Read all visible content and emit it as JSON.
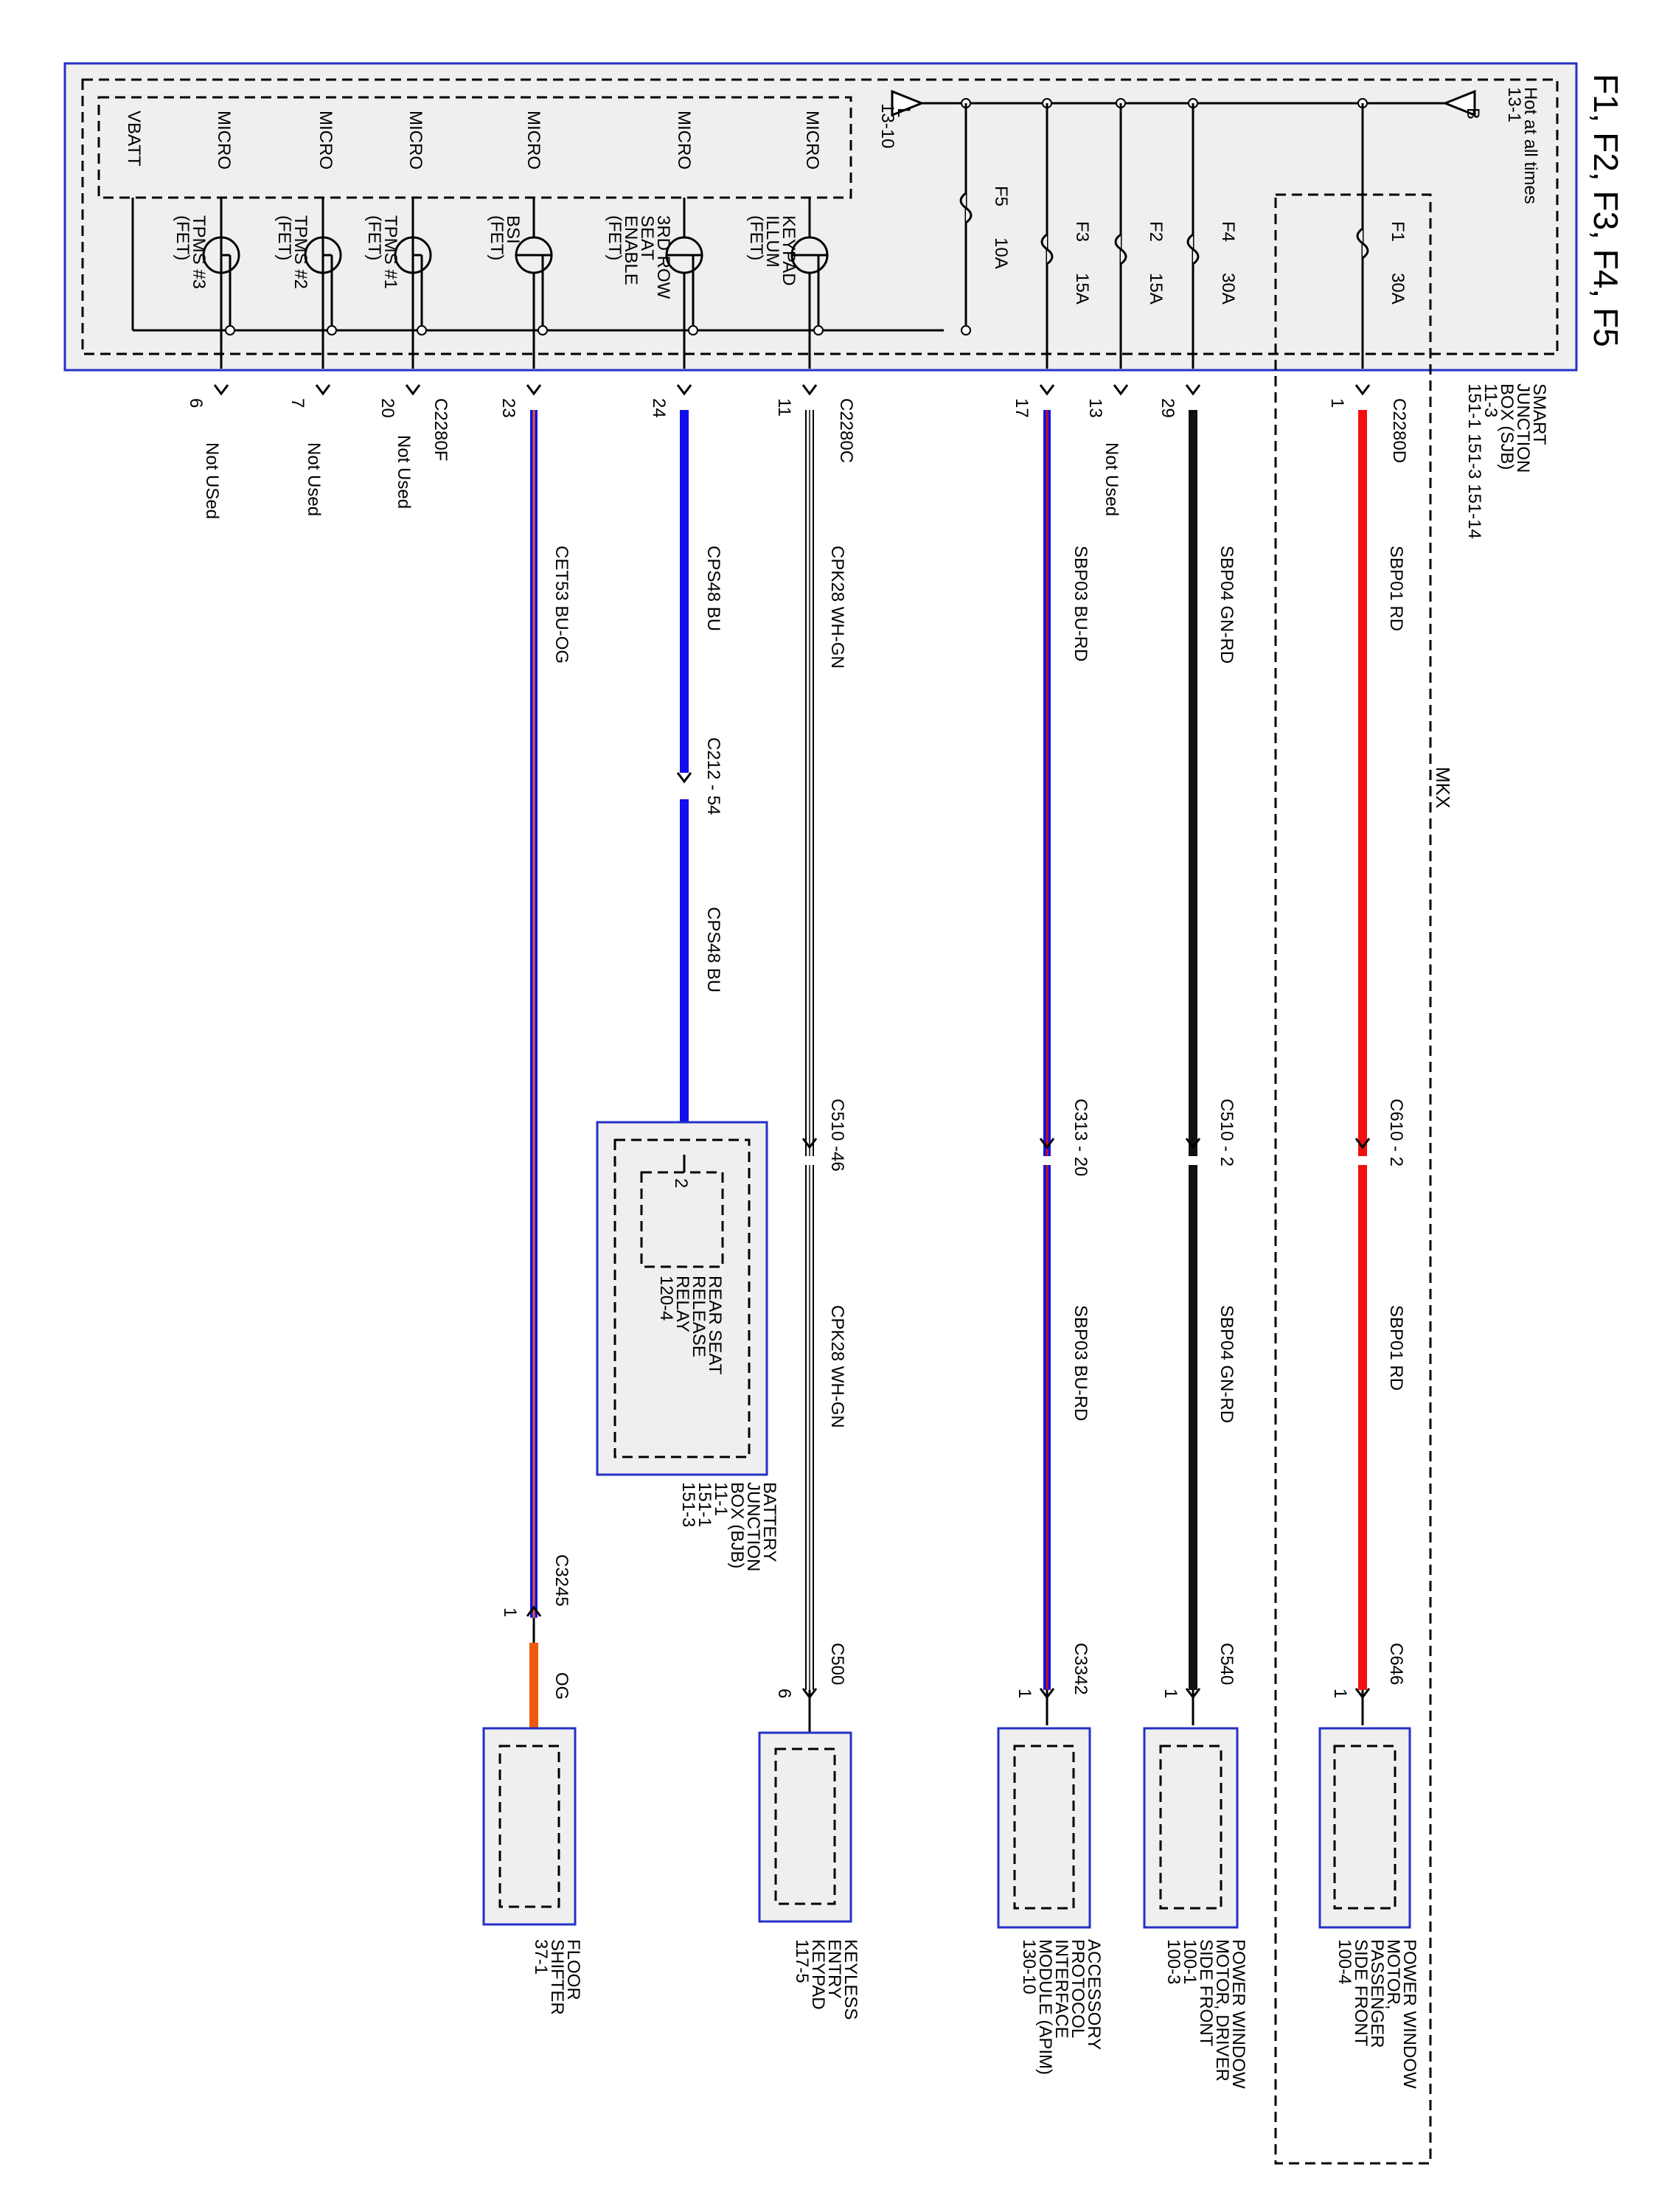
{
  "title": "F1, F2, F3, F4, F5",
  "sjb": {
    "name": [
      "SMART",
      "JUNCTION",
      "BOX (SJB)"
    ],
    "refs": [
      "11-3",
      "151-1   151-3   151-14"
    ],
    "hot_label": "Hot at all times",
    "hot_ref": "13-1",
    "tri_in": "B",
    "tri_out": "L",
    "out_ref": "13-10"
  },
  "mkx_label": "MKX",
  "fuses": [
    {
      "name": "F1",
      "rating": "30A"
    },
    {
      "name": "F4",
      "rating": "30A"
    },
    {
      "name": "F2",
      "rating": "15A"
    },
    {
      "name": "F3",
      "rating": "15A"
    },
    {
      "name": "F5",
      "rating": "10A"
    }
  ],
  "fets": [
    {
      "micro": "MICRO",
      "label": [
        "KEYPAD",
        "ILLUM",
        "(FET)"
      ]
    },
    {
      "micro": "MICRO",
      "label": [
        "3RD ROW",
        "SEAT",
        "ENABLE",
        "(FET)"
      ]
    },
    {
      "micro": "MICRO",
      "label": [
        "BSI",
        "(FET)"
      ]
    },
    {
      "micro": "MICRO",
      "label": [
        "TPMS #1",
        "(FET)"
      ]
    },
    {
      "micro": "MICRO",
      "label": [
        "TPMS #2",
        "(FET)"
      ]
    },
    {
      "micro": "MICRO",
      "label": [
        "TPMS #3",
        "(FET)"
      ]
    }
  ],
  "vbatt": "VBATT",
  "connectors": {
    "c2280d": "C2280D",
    "c2280c": "C2280C",
    "c2280f": "C2280F"
  },
  "pins": {
    "p1": "1",
    "p29": "29",
    "p13": "13",
    "p17": "17",
    "p11": "11",
    "p24": "24",
    "p23": "23",
    "p20": "20",
    "p7": "7",
    "p6": "6"
  },
  "not_used": {
    "p13": "Not Used",
    "p20": "Not Used",
    "p7": "Not Used",
    "p6": "Not USed"
  },
  "circuits": {
    "sbp01": "SBP01   RD",
    "sbp04": "SBP04   GN-RD",
    "sbp03": "SBP03   BU-RD",
    "cpk28": "CPK28   WH-GN",
    "cps48": "CPS48   BU",
    "cet53": "CET53   BU-OG",
    "og": "OG"
  },
  "inline": {
    "c610": "C610  - 2",
    "c510_2": "C510  - 2",
    "c313": "C313  - 20",
    "c510_46": "C510  -46",
    "c212": "C212  - 54",
    "c3245": "C3245",
    "c646": "C646",
    "c540": "C540",
    "c3342": "C3342",
    "c500": "C500",
    "pin1a": "1",
    "pin1b": "1",
    "pin1c": "1",
    "pin6": "6",
    "pin1d": "1",
    "relay_pin": "2"
  },
  "relay": {
    "label": [
      "REAR SEAT",
      "RELEASE",
      "RELAY",
      "120-4"
    ]
  },
  "bjb": {
    "label": [
      "BATTERY",
      "JUNCTION",
      "BOX (BJB)",
      "11-1",
      "151-1",
      "151-3"
    ]
  },
  "components": [
    {
      "label": [
        "POWER WINDOW",
        "MOTOR,",
        "PASSENGER",
        "SIDE FRONT",
        "100-4"
      ]
    },
    {
      "label": [
        "POWER WINDOW",
        "MOTOR, DRIVER",
        "SIDE FRONT",
        "100-1",
        "100-3"
      ]
    },
    {
      "label": [
        "ACCESSORY",
        "PROTOCOL",
        "INTERFACE",
        "MODULE (APIM)",
        "130-10"
      ]
    },
    {
      "label": [
        "KEYLESS",
        "ENTRY",
        "KEYPAD",
        "117-5"
      ]
    },
    {
      "label": [
        "FLOOR",
        "SHIFTER",
        "37-1"
      ]
    }
  ],
  "colors": {
    "red": "#f01010",
    "black": "#111111",
    "blue": "#1010ee",
    "orange": "#ee5a10",
    "box_border": "#2530c8",
    "fill": "#efefef"
  }
}
